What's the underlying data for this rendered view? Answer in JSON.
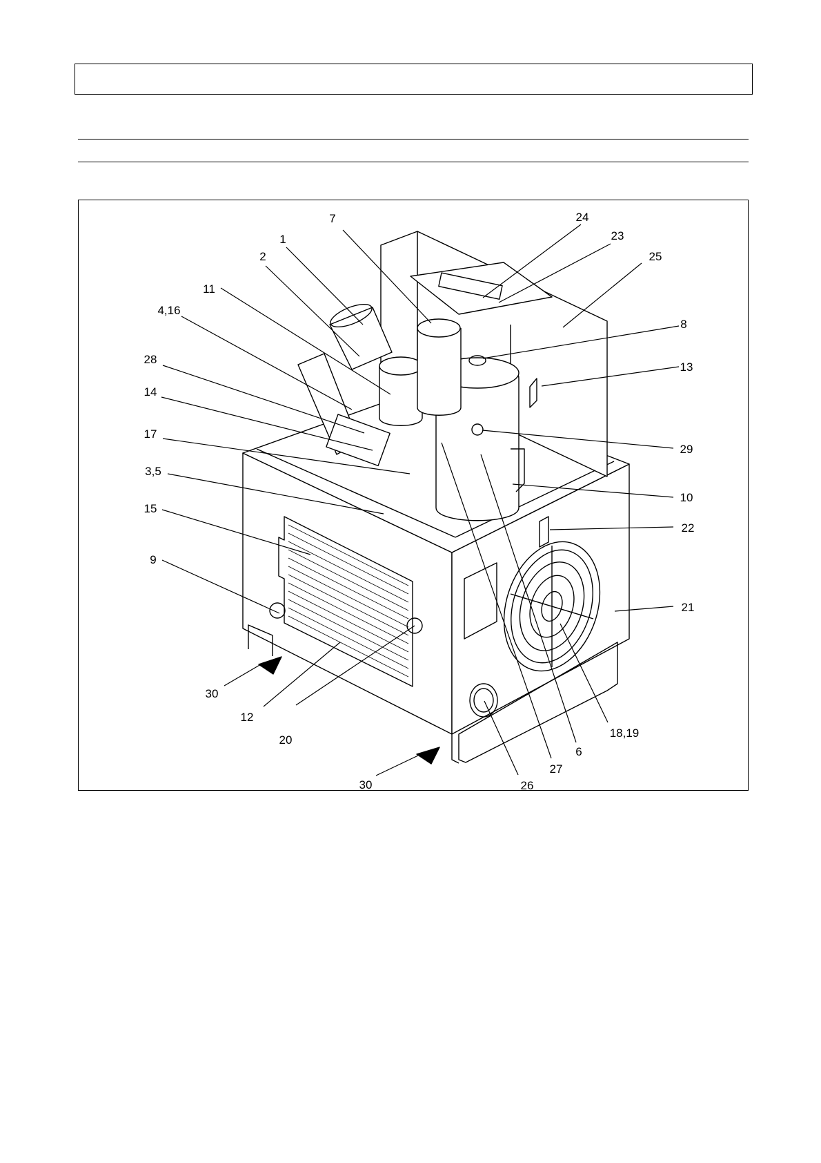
{
  "callouts": {
    "c1": "1",
    "c2": "2",
    "c35": "3,5",
    "c416": "4,16",
    "c6": "6",
    "c7": "7",
    "c8": "8",
    "c9": "9",
    "c10": "10",
    "c11": "11",
    "c12": "12",
    "c13": "13",
    "c14": "14",
    "c15": "15",
    "c17": "17",
    "c1819": "18,19",
    "c20": "20",
    "c21": "21",
    "c22": "22",
    "c23": "23",
    "c24": "24",
    "c25": "25",
    "c26": "26",
    "c27": "27",
    "c28": "28",
    "c29": "29",
    "c30a": "30",
    "c30b": "30"
  },
  "colors": {
    "line": "#000000",
    "background": "#ffffff"
  }
}
